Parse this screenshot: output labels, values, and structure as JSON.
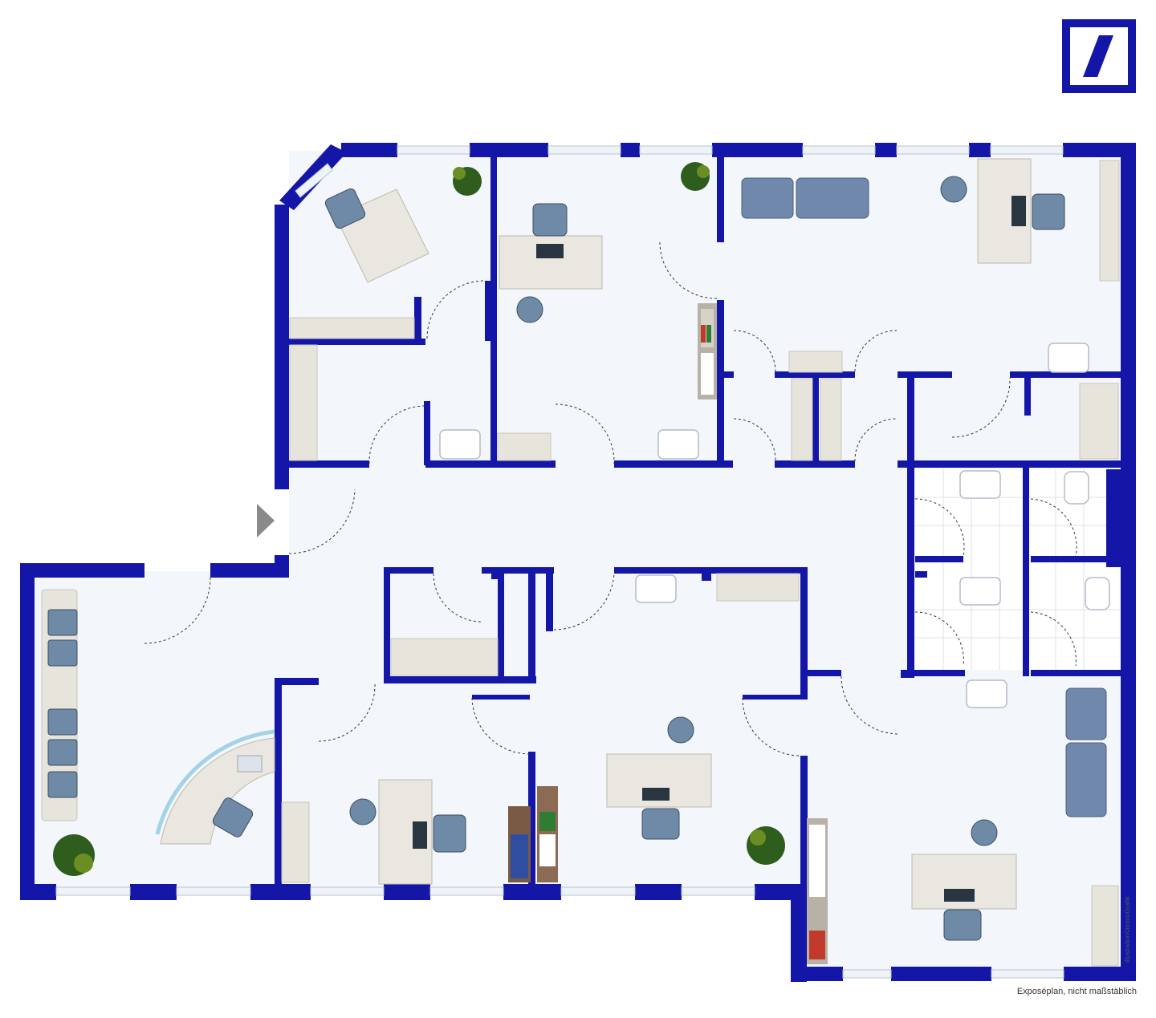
{
  "logo": {
    "name": "deutsche-bank-logo",
    "color": "#1416a8"
  },
  "caption": "Exposéplan, nicht maßstäblich",
  "credit": "illustration©immoGrafik",
  "colors": {
    "wall": "#1416a8",
    "floor": "#f3f7fc",
    "tile_floor": "#ffffff",
    "desk": "#e9e7df",
    "chair": "#6e8aa6",
    "treatment_bed": "#6f88ab",
    "cabinet": "#e7e4dc",
    "plant": "#2f5d1d",
    "door_arc": "#333333"
  },
  "entrance_arrow": "entrance-arrow-icon"
}
